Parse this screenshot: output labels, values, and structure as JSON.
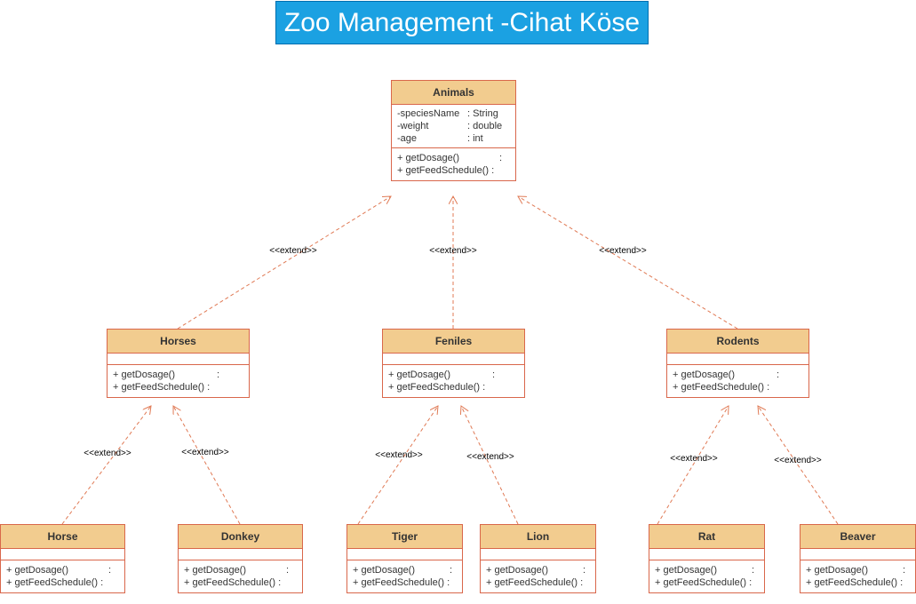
{
  "title": "Zoo Management -Cihat Köse",
  "classes": {
    "animals": {
      "name": "Animals",
      "attributes": [
        {
          "name": "-speciesName",
          "type": ": String"
        },
        {
          "name": "-weight",
          "type": ": double"
        },
        {
          "name": "-age",
          "type": ": int"
        }
      ],
      "methods": [
        {
          "name": "+ getDosage()",
          "type": ":"
        },
        {
          "name": "+ getFeedSchedule() :",
          "type": ""
        }
      ]
    },
    "horses": {
      "name": "Horses",
      "methods": [
        {
          "name": "+ getDosage()",
          "type": ":"
        },
        {
          "name": "+ getFeedSchedule() :",
          "type": ""
        }
      ]
    },
    "feniles": {
      "name": "Feniles",
      "methods": [
        {
          "name": "+ getDosage()",
          "type": ":"
        },
        {
          "name": "+ getFeedSchedule() :",
          "type": ""
        }
      ]
    },
    "rodents": {
      "name": "Rodents",
      "methods": [
        {
          "name": "+ getDosage()",
          "type": ":"
        },
        {
          "name": "+ getFeedSchedule() :",
          "type": ""
        }
      ]
    },
    "horse": {
      "name": "Horse",
      "methods": [
        {
          "name": "+ getDosage()",
          "type": ":"
        },
        {
          "name": "+ getFeedSchedule() :",
          "type": ""
        }
      ]
    },
    "donkey": {
      "name": "Donkey",
      "methods": [
        {
          "name": "+ getDosage()",
          "type": ":"
        },
        {
          "name": "+ getFeedSchedule() :",
          "type": ""
        }
      ]
    },
    "tiger": {
      "name": "Tiger",
      "methods": [
        {
          "name": "+ getDosage()",
          "type": ":"
        },
        {
          "name": "+ getFeedSchedule() :",
          "type": ""
        }
      ]
    },
    "lion": {
      "name": "Lion",
      "methods": [
        {
          "name": "+ getDosage()",
          "type": ":"
        },
        {
          "name": "+ getFeedSchedule() :",
          "type": ""
        }
      ]
    },
    "rat": {
      "name": "Rat",
      "methods": [
        {
          "name": "+ getDosage()",
          "type": ":"
        },
        {
          "name": "+ getFeedSchedule() :",
          "type": ""
        }
      ]
    },
    "beaver": {
      "name": "Beaver",
      "methods": [
        {
          "name": "+ getDosage()",
          "type": ":"
        },
        {
          "name": "+ getFeedSchedule() :",
          "type": ""
        }
      ]
    }
  },
  "edges": [
    {
      "from": "horses",
      "to": "animals",
      "label": "<<extend>>"
    },
    {
      "from": "feniles",
      "to": "animals",
      "label": "<<extend>>"
    },
    {
      "from": "rodents",
      "to": "animals",
      "label": "<<extend>>"
    },
    {
      "from": "horse",
      "to": "horses",
      "label": "<<extend>>"
    },
    {
      "from": "donkey",
      "to": "horses",
      "label": "<<extend>>"
    },
    {
      "from": "tiger",
      "to": "feniles",
      "label": "<<extend>>"
    },
    {
      "from": "lion",
      "to": "feniles",
      "label": "<<extend>>"
    },
    {
      "from": "rat",
      "to": "rodents",
      "label": "<<extend>>"
    },
    {
      "from": "beaver",
      "to": "rodents",
      "label": "<<extend>>"
    }
  ],
  "colors": {
    "title_bg": "#1ba1e2",
    "header_fill": "#f2cc8f",
    "border": "#d9674b",
    "edge": "#e07a55"
  }
}
